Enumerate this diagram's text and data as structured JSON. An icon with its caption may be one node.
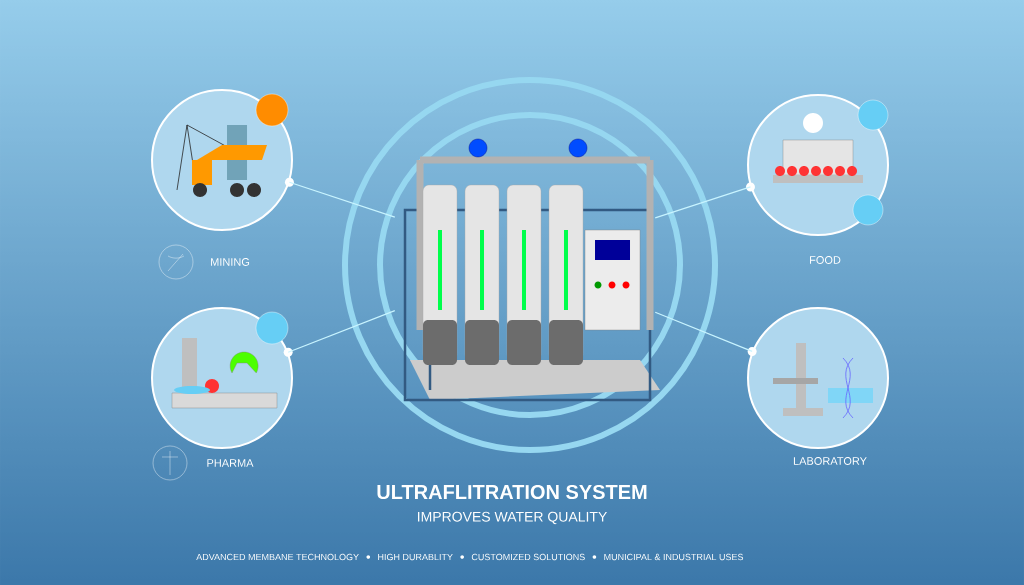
{
  "diagram": {
    "title": "ULTRAFLITRATION SYSTEM",
    "nodes": [
      {
        "text": [],
        "shape": "picture"
      },
      {
        "text": [
          "MINING"
        ]
      },
      {
        "text": [
          "FOOD"
        ]
      },
      {
        "text": [
          "PHARMA"
        ]
      },
      {
        "text": [
          "LABORATORY"
        ]
      }
    ],
    "edges": [
      {
        "from": 1,
        "to": 0,
        "arrow": "none"
      },
      {
        "from": 2,
        "to": 0,
        "arrow": "none"
      },
      {
        "from": 3,
        "to": 0,
        "arrow": "none"
      },
      {
        "from": 4,
        "to": 0,
        "arrow": "none"
      }
    ],
    "labels": [
      "IMPROVES WATER QUALITY",
      "ADVANCED MEMBANE TECHNOLOGY",
      "HIGH DURABLITY",
      "CUSTOMIZED SOLUTIONS",
      "MUNICIPAL & INDUSTRIAL USES"
    ]
  }
}
